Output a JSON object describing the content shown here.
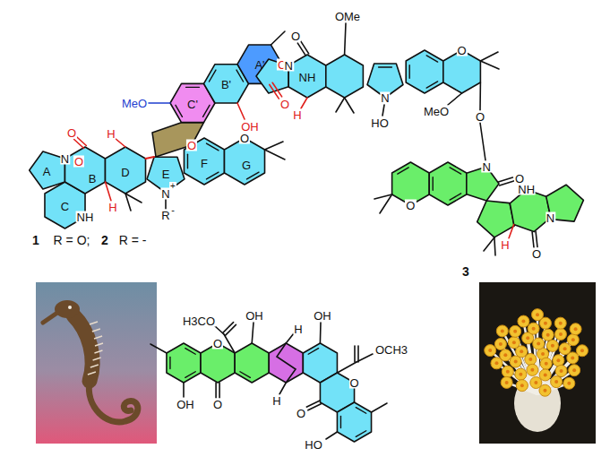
{
  "diagram": {
    "labels": [
      "O",
      "O",
      "OH",
      "MeO",
      "O",
      "O",
      "A",
      "N",
      "O",
      "B",
      "C",
      "NH",
      "H",
      "D",
      "E",
      "F",
      "G",
      "O",
      "H",
      "N",
      "+",
      "R",
      "-",
      "A'",
      "B'",
      "C'",
      "1",
      "R = O;",
      "2",
      "R = -",
      "O",
      "OMe",
      "N",
      "NH",
      "H",
      "N",
      "HO",
      "O",
      "MeO",
      "O",
      "N",
      "O",
      "O",
      "NH",
      "H",
      "N",
      "O",
      "3",
      "H3CO",
      "OH",
      "OH",
      "OCH3",
      "O",
      "H",
      "O",
      "OH",
      "O",
      "H",
      "O",
      "HO"
    ]
  }
}
